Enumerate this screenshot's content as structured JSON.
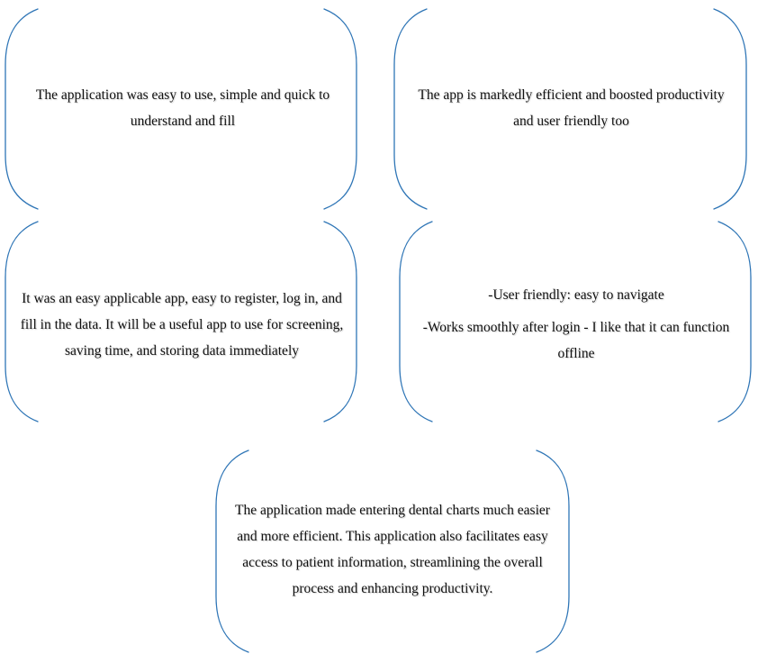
{
  "style": {
    "bracket_color": "#2e75b6",
    "text_color": "#111111"
  },
  "cards": [
    {
      "lines": [
        "The application was easy to use, simple and quick to understand and fill"
      ]
    },
    {
      "lines": [
        "The app is markedly efficient and boosted productivity and user friendly too"
      ]
    },
    {
      "lines": [
        "It was an easy applicable app, easy to register, log in, and fill in the data. It will be a useful app to use for screening, saving time, and storing data immediately"
      ]
    },
    {
      "lines": [
        "-User friendly: easy to navigate",
        "-Works smoothly after login - I like that it can function offline"
      ]
    },
    {
      "lines": [
        "The application made entering dental charts much easier and more efficient. This application also facilitates easy access to patient information, streamlining the overall process and enhancing productivity."
      ]
    }
  ]
}
